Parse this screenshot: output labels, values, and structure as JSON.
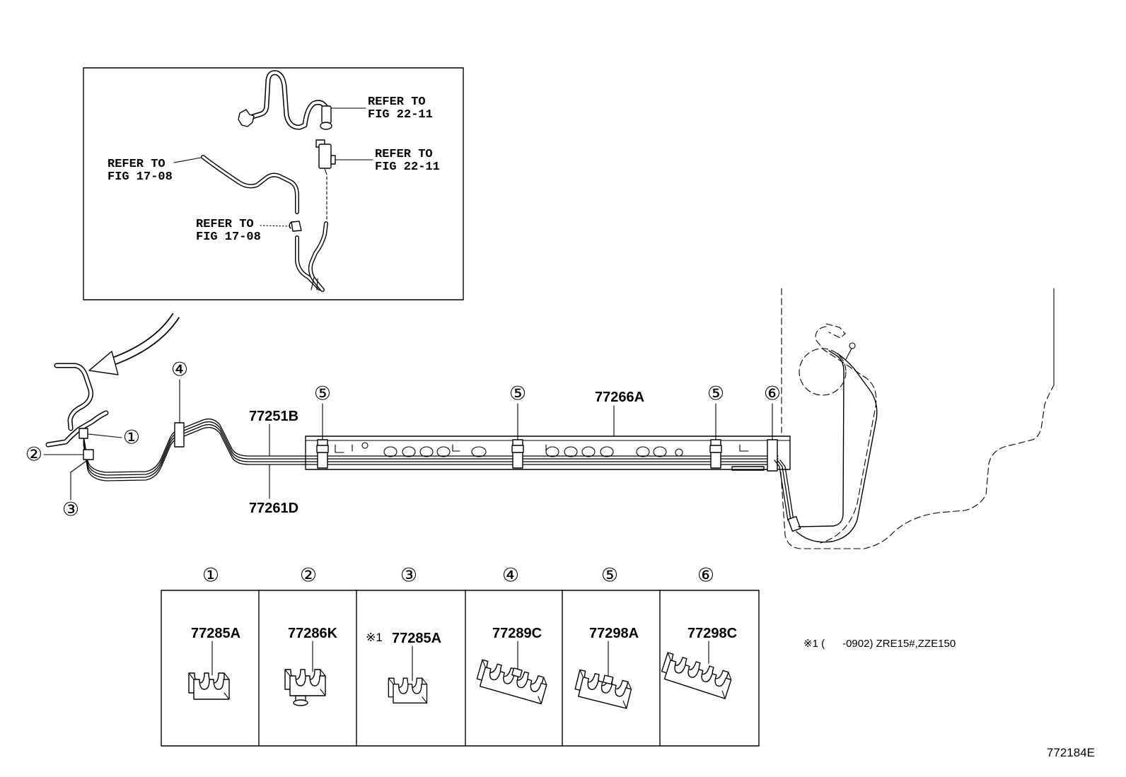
{
  "inset": {
    "refs": [
      {
        "line1": "REFER TO",
        "line2": "FIG 22-11"
      },
      {
        "line1": "REFER TO",
        "line2": "FIG 22-11"
      },
      {
        "line1": "REFER TO",
        "line2": "FIG 17-08"
      },
      {
        "line1": "REFER TO",
        "line2": "FIG 17-08"
      }
    ]
  },
  "callouts": [
    "①",
    "②",
    "③",
    "④",
    "⑤",
    "⑤",
    "⑤",
    "⑥"
  ],
  "part_labels": [
    "77251B",
    "77266A",
    "77261D"
  ],
  "clip_table": [
    {
      "key": "①",
      "prefix": "",
      "part": "77285A"
    },
    {
      "key": "②",
      "prefix": "",
      "part": "77286K"
    },
    {
      "key": "③",
      "prefix": "※1",
      "part": "77285A"
    },
    {
      "key": "④",
      "prefix": "",
      "part": "77289C"
    },
    {
      "key": "⑤",
      "prefix": "",
      "part": "77298A"
    },
    {
      "key": "⑥",
      "prefix": "",
      "part": "77298C"
    }
  ],
  "note": "※1 (      -0902) ZRE15#,ZZE150",
  "diagram_id": "772184E",
  "colors": {
    "line": "#000000",
    "background": "#ffffff"
  }
}
